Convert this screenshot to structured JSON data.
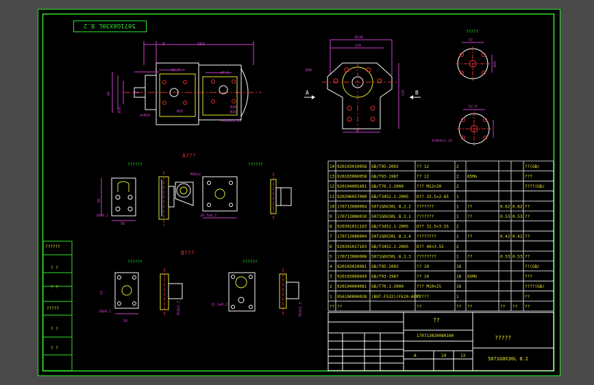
{
  "drawing": {
    "stamp": "5071G0X30L 8.2",
    "view_a_title": "A???",
    "view_b_title": "B???",
    "label_a": "A",
    "label_b": "B",
    "mark_a1": "??????",
    "mark_a2": "??????",
    "mark_b1": "??????",
    "mark_b2": "??????",
    "mark_top": "?????",
    "dims": {
      "d9": "9",
      "d262": "262",
      "d517": "51.7",
      "d475": "47.5",
      "d40": "40",
      "d54": "54",
      "d35": "Ø35",
      "d20": "Ø20",
      "d4x10": "4×M10",
      "d4x125": "4×M10×1.25",
      "d38": "Ø38",
      "d18": "Ø18",
      "d110": "110",
      "d138": "Ø138",
      "d16": "16",
      "d135": "135",
      "d30": "Ø30",
      "d45": "Ø45",
      "d57": "57",
      "d60": "60",
      "dm30": "M30x2",
      "d28": "28±0.2",
      "d267": "26.7±0.2",
      "d212": "21.2±0.2",
      "d58": "58",
      "dm18": "M18x1.5",
      "dm16": "M16x1.5",
      "d524": "52.4",
      "d5": "5"
    }
  },
  "bom_rows": [
    {
      "no": "14",
      "code": "920103010058",
      "std": "GB/T95-2002",
      "name": "?? 12",
      "qty": "2",
      "mat": "",
      "w1": "",
      "w2": "",
      "note": "??(GB/"
    },
    {
      "no": "13",
      "code": "920103060058",
      "std": "GB/T93-1987",
      "name": "?? 12",
      "qty": "2",
      "mat": "65Mn",
      "w1": "",
      "w2": "",
      "note": "???"
    },
    {
      "no": "12",
      "code": "920104005481",
      "std": "GB/T70.1-2000",
      "name": "??? M12×30",
      "qty": "2",
      "mat": "",
      "w1": "",
      "w2": "",
      "note": "????(GB/"
    },
    {
      "no": "11",
      "code": "920206057000",
      "std": "GB/T3452.1-2005",
      "name": "O?? 33.5×2.65",
      "qty": "1",
      "mat": "",
      "w1": "",
      "w2": "",
      "note": ""
    },
    {
      "no": "10",
      "code": "170713080004",
      "std": "5071G0X30L 8.2.2",
      "name": "???????",
      "qty": "1",
      "mat": "??",
      "w1": "0.62",
      "w2": "0.62",
      "note": "??"
    },
    {
      "no": "9",
      "code": "170713080010",
      "std": "5071G0X30L 8.2.1",
      "name": "???????",
      "qty": "1",
      "mat": "??",
      "w1": "0.53",
      "w2": "0.53",
      "note": "??"
    },
    {
      "no": "8",
      "code": "920301011103",
      "std": "GB/T3452.1-2005",
      "name": "O?? 31.5×3.55",
      "qty": "2",
      "mat": "",
      "w1": "",
      "w2": "",
      "note": ""
    },
    {
      "no": "7",
      "code": "170713080004",
      "std": "5071G0X30L 8.2.4",
      "name": "????????",
      "qty": "1",
      "mat": "??",
      "w1": "0.42",
      "w2": "0.42",
      "note": "??"
    },
    {
      "no": "6",
      "code": "920301017103",
      "std": "GB/T3452.1-2005",
      "name": "O?? 40×3.55",
      "qty": "2",
      "mat": "",
      "w1": "",
      "w2": "",
      "note": ""
    },
    {
      "no": "5",
      "code": "170713080008",
      "std": "5071G0X30L 8.2.3",
      "name": "????????",
      "qty": "1",
      "mat": "??",
      "w1": "0.53",
      "w2": "0.53",
      "note": "??"
    },
    {
      "no": "4",
      "code": "920103020081",
      "std": "GB/T95-2002",
      "name": "?? 10",
      "qty": "16",
      "mat": "",
      "w1": "",
      "w2": "",
      "note": "??(GB/"
    },
    {
      "no": "3",
      "code": "920103060049",
      "std": "GB/T93-1987",
      "name": "?? 10",
      "qty": "16",
      "mat": "65Mn",
      "w1": "",
      "w2": "",
      "note": "???"
    },
    {
      "no": "2",
      "code": "920104004081",
      "std": "GB/T70.1-2000",
      "name": "??? M10×25",
      "qty": "16",
      "mat": "",
      "w1": "",
      "w2": "",
      "note": "????(GB/"
    },
    {
      "no": "1",
      "code": "956100000028",
      "std": "(BOT-F532)(Fk10-AFR)",
      "name": "?????",
      "qty": "1",
      "mat": "",
      "w1": "",
      "w2": "",
      "note": "??"
    }
  ],
  "bom_header": {
    "no": "??",
    "code": "??",
    "std": "",
    "name": "??",
    "qty": "??",
    "mat": "??",
    "w1": "??",
    "w2": "??",
    "note": "??"
  },
  "title_block": {
    "company": "??",
    "drawing_no": "170713020080100",
    "name": "?????",
    "code": "5071G0X30L 8.2",
    "scale_a": "A",
    "sheet_1": "19",
    "sheet_2": "13"
  },
  "side_block": [
    "??????",
    "? ?",
    "? ?",
    "?????",
    "? ?",
    "? ?"
  ]
}
